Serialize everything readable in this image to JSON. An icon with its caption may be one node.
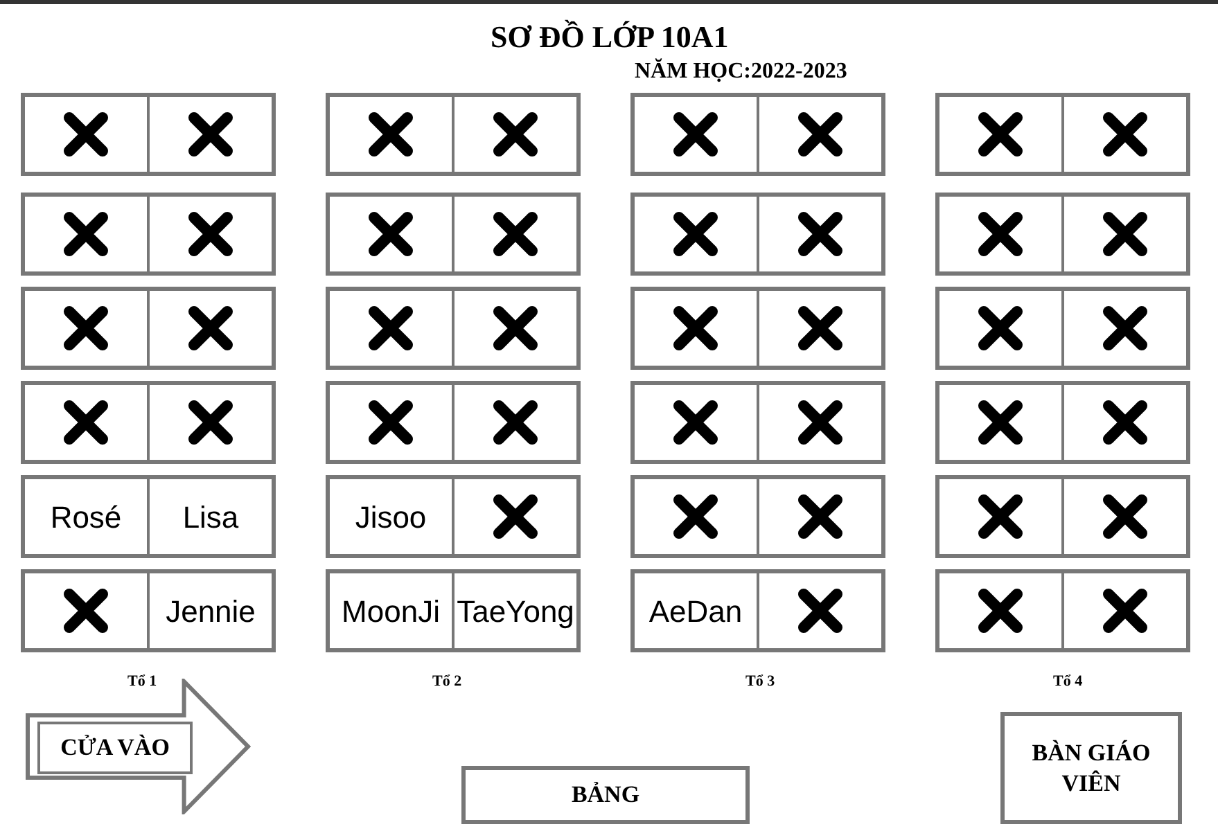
{
  "diagram": {
    "title": "SƠ ĐỒ LỚP 10A1",
    "nodes": [
      {
        "text": [],
        "shape": "box"
      },
      {
        "text": [],
        "shape": "box",
        "in": 0
      },
      {
        "text": [],
        "shape": "box",
        "in": 0
      },
      {
        "text": [],
        "shape": "box"
      },
      {
        "text": [],
        "shape": "box",
        "in": 3
      },
      {
        "text": [],
        "shape": "box",
        "in": 3
      },
      {
        "text": [],
        "shape": "box"
      },
      {
        "text": [],
        "shape": "box",
        "in": 6
      },
      {
        "text": [],
        "shape": "box",
        "in": 6
      },
      {
        "text": [],
        "shape": "box"
      },
      {
        "text": [],
        "shape": "box",
        "in": 9
      },
      {
        "text": [],
        "shape": "box",
        "in": 9
      },
      {
        "text": [],
        "shape": "box"
      },
      {
        "text": [],
        "shape": "box",
        "in": 12
      },
      {
        "text": [],
        "shape": "box",
        "in": 12
      },
      {
        "text": [],
        "shape": "box"
      },
      {
        "text": [],
        "shape": "box",
        "in": 15
      },
      {
        "text": [],
        "shape": "box",
        "in": 15
      },
      {
        "text": [],
        "shape": "box"
      },
      {
        "text": [],
        "shape": "box",
        "in": 18
      },
      {
        "text": [],
        "shape": "box",
        "in": 18
      },
      {
        "text": [],
        "shape": "box"
      },
      {
        "text": [],
        "shape": "box",
        "in": 21
      },
      {
        "text": [],
        "shape": "box",
        "in": 21
      },
      {
        "text": [],
        "shape": "box"
      },
      {
        "text": [],
        "shape": "box",
        "in": 24
      },
      {
        "text": [],
        "shape": "box",
        "in": 24
      },
      {
        "text": [],
        "shape": "box"
      },
      {
        "text": [],
        "shape": "box",
        "in": 27
      },
      {
        "text": [],
        "shape": "box",
        "in": 27
      },
      {
        "text": [],
        "shape": "box"
      },
      {
        "text": [],
        "shape": "box",
        "in": 30
      },
      {
        "text": [],
        "shape": "box",
        "in": 30
      },
      {
        "text": [],
        "shape": "box"
      },
      {
        "text": [],
        "shape": "box",
        "in": 33
      },
      {
        "text": [],
        "shape": "box",
        "in": 33
      },
      {
        "text": [],
        "shape": "box"
      },
      {
        "text": [],
        "shape": "box",
        "in": 36
      },
      {
        "text": [],
        "shape": "box",
        "in": 36
      },
      {
        "text": [],
        "shape": "box"
      },
      {
        "text": [],
        "shape": "box",
        "in": 39
      },
      {
        "text": [],
        "shape": "box",
        "in": 39
      },
      {
        "text": [],
        "shape": "box"
      },
      {
        "text": [],
        "shape": "box",
        "in": 42
      },
      {
        "text": [],
        "shape": "box",
        "in": 42
      },
      {
        "text": [],
        "shape": "box"
      },
      {
        "text": [],
        "shape": "box",
        "in": 45
      },
      {
        "text": [],
        "shape": "box",
        "in": 45
      },
      {
        "text": [],
        "shape": "box"
      },
      {
        "text": [
          "Rosé"
        ],
        "in": 48
      },
      {
        "text": [
          "Lisa"
        ],
        "in": 48
      },
      {
        "text": [],
        "shape": "box"
      },
      {
        "text": [
          "Jisoo"
        ],
        "in": 51
      },
      {
        "text": [],
        "shape": "box",
        "in": 51
      },
      {
        "text": [],
        "shape": "box"
      },
      {
        "text": [],
        "shape": "box",
        "in": 54
      },
      {
        "text": [],
        "shape": "box",
        "in": 54
      },
      {
        "text": [],
        "shape": "box"
      },
      {
        "text": [],
        "shape": "box",
        "in": 57
      },
      {
        "text": [],
        "shape": "box",
        "in": 57
      },
      {
        "text": [],
        "shape": "box"
      },
      {
        "text": [],
        "shape": "box",
        "in": 60
      },
      {
        "text": [
          "Jennie"
        ],
        "in": 60
      },
      {
        "text": [],
        "shape": "box"
      },
      {
        "text": [
          "MoonJi"
        ],
        "in": 63
      },
      {
        "text": [
          "TaeYong"
        ],
        "in": 63
      },
      {
        "text": [],
        "shape": "box"
      },
      {
        "text": [
          "AeDan"
        ],
        "in": 66
      },
      {
        "text": [],
        "shape": "box",
        "in": 66
      },
      {
        "text": [],
        "shape": "box"
      },
      {
        "text": [],
        "shape": "box",
        "in": 69
      },
      {
        "text": [],
        "shape": "box",
        "in": 69
      },
      {
        "text": [
          "CỬA VÀO"
        ]
      },
      {
        "text": [
          "BẢNG"
        ]
      },
      {
        "text": [
          "BÀN GIÁO VIÊN"
        ]
      }
    ],
    "labels": [
      "NĂM HỌC:2022-2023",
      "Tổ 1",
      "Tổ 2",
      "Tổ 3",
      "Tổ 4"
    ]
  }
}
